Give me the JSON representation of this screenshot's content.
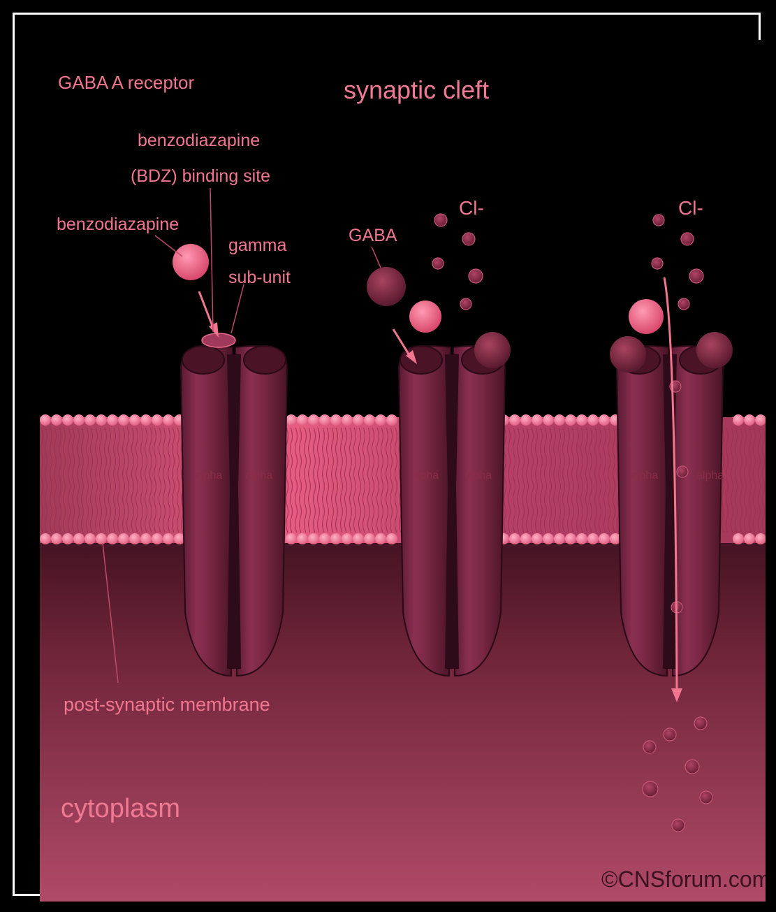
{
  "labels": {
    "receptor_title": "GABA A receptor",
    "synaptic_cleft": "synaptic cleft",
    "bdz_site_line1": "benzodiazapine",
    "bdz_site_line2": "(BDZ) binding site",
    "benzodiazapine": "benzodiazapine",
    "gamma_line1": "gamma",
    "gamma_line2": "sub-unit",
    "gaba": "GABA",
    "chloride_1": "Cl-",
    "chloride_2": "Cl-",
    "membrane": "post-synaptic membrane",
    "cytoplasm": "cytoplasm",
    "credit": "©CNSforum.com"
  },
  "subunit_labels": [
    "alpha",
    "alpha",
    "alpha",
    "alpha",
    "alpha",
    "alpha"
  ],
  "colors": {
    "background_top": "#000000",
    "label_pink": "#f2768f",
    "channel": "#7a2a44",
    "channel_dark": "#3a0f1f",
    "membrane": "#c24a6c",
    "lipid_head": "#f47a98",
    "cytoplasm_top": "#4a1525",
    "cytoplasm_bottom": "#b04a68",
    "ligand": "#f06a8a",
    "ion": "#8a2a48"
  }
}
